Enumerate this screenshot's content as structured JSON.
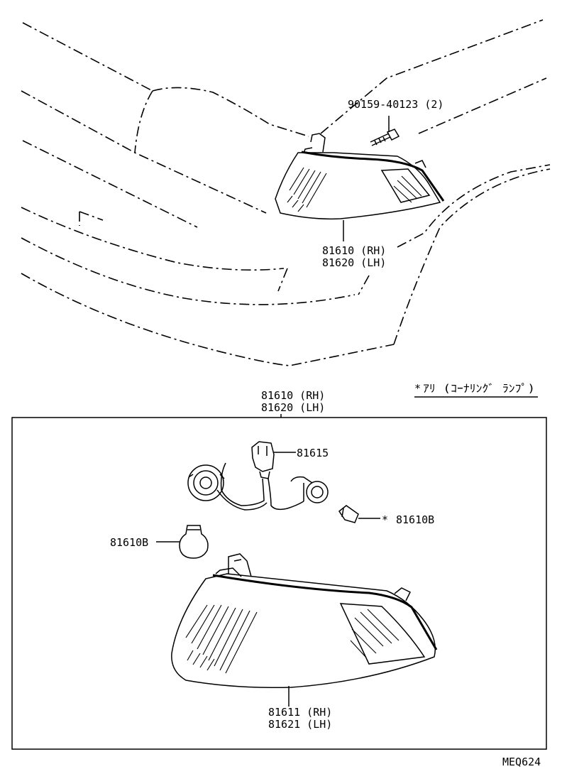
{
  "callouts": {
    "bolt": "90159-40123 (2)",
    "lamp_rh": "81610 (RH)",
    "lamp_lh": "81620 (LH)",
    "assy_rh": "81610 (RH)",
    "assy_lh": "81620 (LH)",
    "socket": "81615",
    "bulb_small": "81610B",
    "bulb_large": "81610B",
    "lens_rh": "81611 (RH)",
    "lens_lh": "81621 (LH)"
  },
  "note": {
    "asterisk": "*",
    "text": "ｱﾘ (ｺｰﾅﾘﾝｸﾞ ﾗﾝﾌﾟ)"
  },
  "figure_code": "MEQ624"
}
